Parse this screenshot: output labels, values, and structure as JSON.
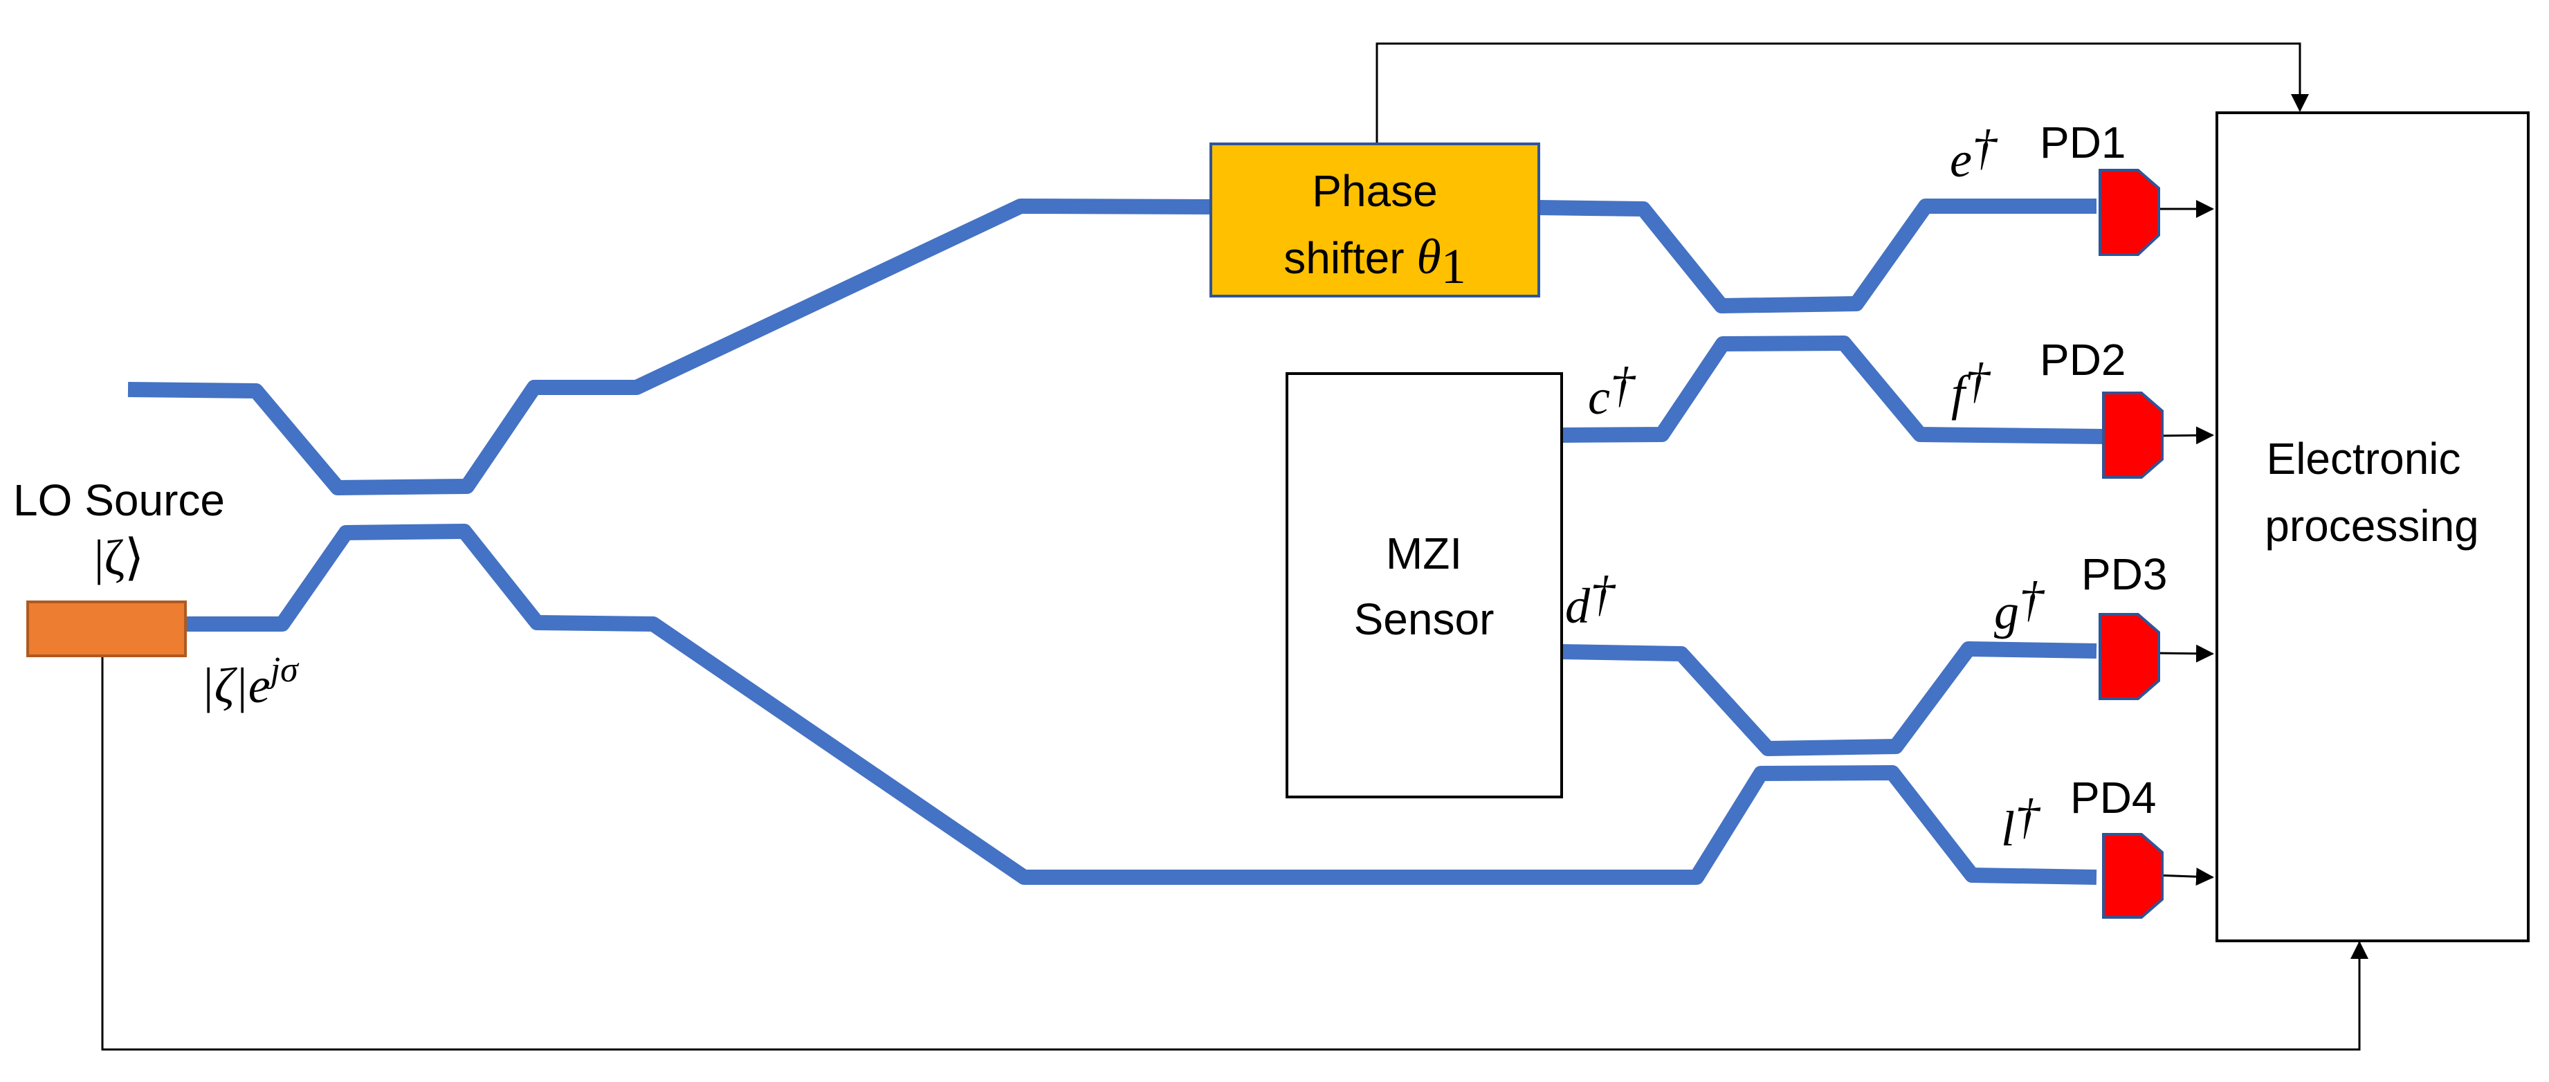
{
  "colors": {
    "waveguide": "#4472C4",
    "phase_shifter_fill": "#FFC000",
    "phase_shifter_stroke": "#2F5597",
    "lo_source_fill": "#ED7D31",
    "lo_source_stroke": "#AE5A21",
    "photodetector_fill": "#FF0000",
    "photodetector_stroke": "#2F5597",
    "box_stroke": "#000000"
  },
  "lo_source": {
    "label": "LO Source",
    "state": "|ζ⟩",
    "output": {
      "amp": "|ζ|e",
      "exp": "jσ"
    }
  },
  "phase_shifter": {
    "line1": "Phase",
    "line2": "shifter",
    "theta": "θ",
    "sub": "1"
  },
  "mzi_sensor": {
    "line1": "MZI",
    "line2": "Sensor"
  },
  "electronic_processing": {
    "line1": "Electronic",
    "line2": "processing"
  },
  "modes": {
    "c": {
      "sym": "c",
      "dag": "†"
    },
    "d": {
      "sym": "d",
      "dag": "†"
    },
    "e": {
      "sym": "e",
      "dag": "†"
    },
    "f": {
      "sym": "f",
      "dag": "†"
    },
    "g": {
      "sym": "g",
      "dag": "†"
    },
    "l": {
      "sym": "l",
      "dag": "†"
    }
  },
  "photodetectors": [
    "PD1",
    "PD2",
    "PD3",
    "PD4"
  ]
}
